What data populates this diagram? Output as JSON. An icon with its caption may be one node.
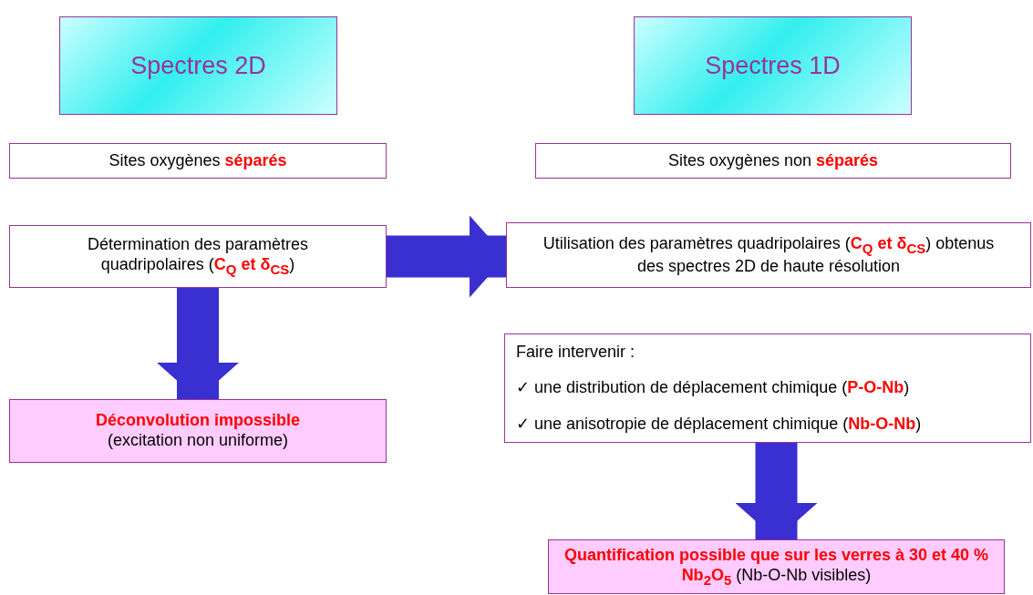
{
  "diagram": {
    "nodes": [
      {
        "text": [
          "Spectres 2D"
        ]
      },
      {
        "text": [
          "Spectres 1D"
        ]
      },
      {
        "text": [
          "Sites oxygènes **séparés**"
        ]
      },
      {
        "text": [
          "Sites oxygènes non **séparés**"
        ]
      },
      {
        "text": [
          "Détermination des paramètres quadripolaires (**C$_{Q}$ et δ$_{CS}$**)"
        ]
      },
      {
        "text": [
          "Utilisation des paramètres quadripolaires (**C$_{Q}$ et δ$_{CS}$**) obtenus des spectres 2D de haute résolution"
        ]
      },
      {
        "text": [
          "Déconvolution impossible",
          "(excitation non uniforme)"
        ]
      },
      {
        "text": [
          "Faire intervenir :",
          "✓ une distribution de déplacement chimique (**P-O-Nb**)",
          "✓ une anisotropie de déplacement chimique (**Nb-O-Nb**)"
        ]
      },
      {
        "text": [
          "**Quantification possible que sur les verres à 30 et 40 % Nb$_{2}$O$_{5}$** (Nb-O-Nb visibles)"
        ]
      }
    ],
    "edges": [
      {
        "from": 4,
        "to": 6,
        "arrow": "to"
      },
      {
        "from": 4,
        "to": 5,
        "arrow": "to"
      },
      {
        "from": 7,
        "to": 8,
        "arrow": "to"
      }
    ]
  }
}
